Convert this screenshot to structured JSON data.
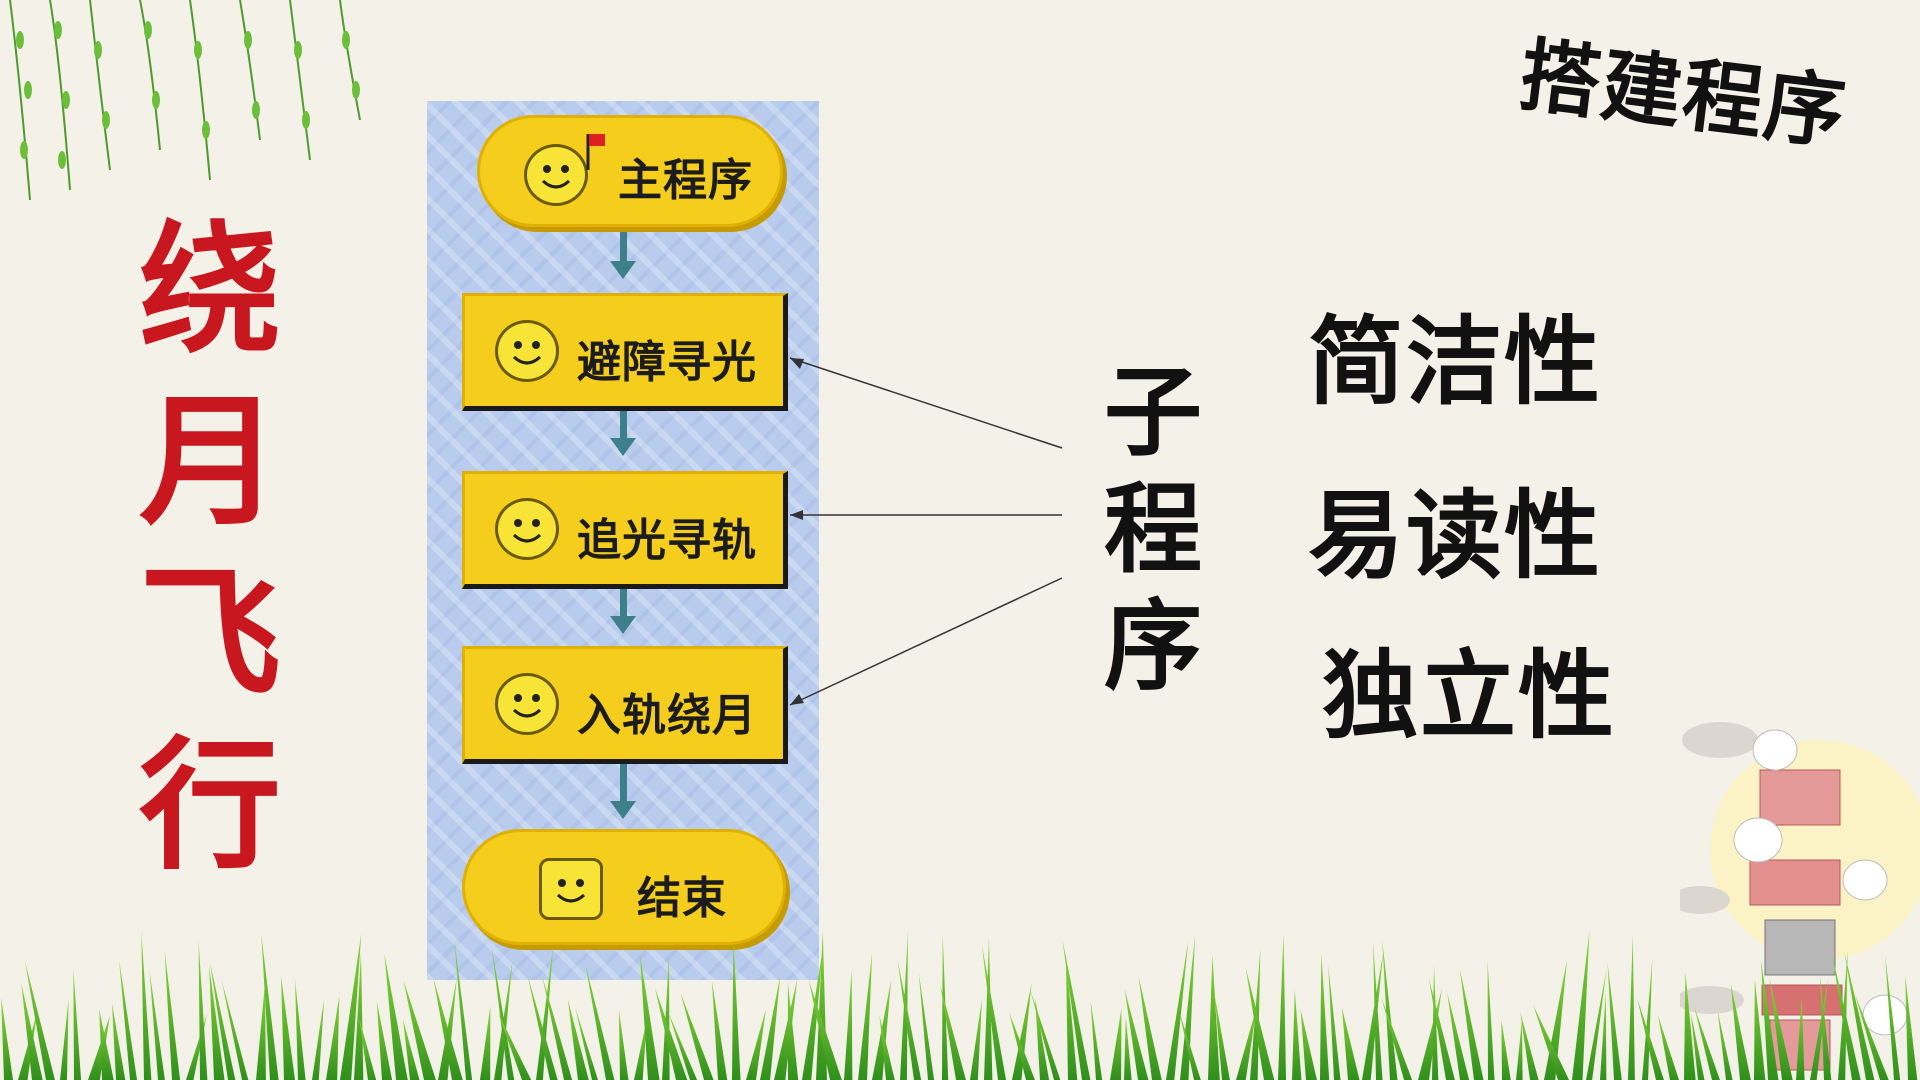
{
  "corner_title": "搭建程序",
  "main_title": [
    "绕",
    "月",
    "飞",
    "行"
  ],
  "flow": {
    "start_label": "主程序",
    "steps": [
      "避障寻光",
      "追光寻轨",
      "入轨绕月"
    ],
    "end_label": "结束"
  },
  "sub_label": [
    "子",
    "程",
    "序"
  ],
  "features": [
    "简洁性",
    "易读性",
    "独立性"
  ],
  "colors": {
    "title_red": "#c8171e",
    "block_yellow": "#f4cd1d",
    "panel_blue": "#b9ccee",
    "grass_green": "#5fbf2a"
  },
  "icons": [
    "willow-leaves",
    "smiley-icon",
    "flag-icon",
    "grass",
    "moon-rabbit-decoration"
  ]
}
